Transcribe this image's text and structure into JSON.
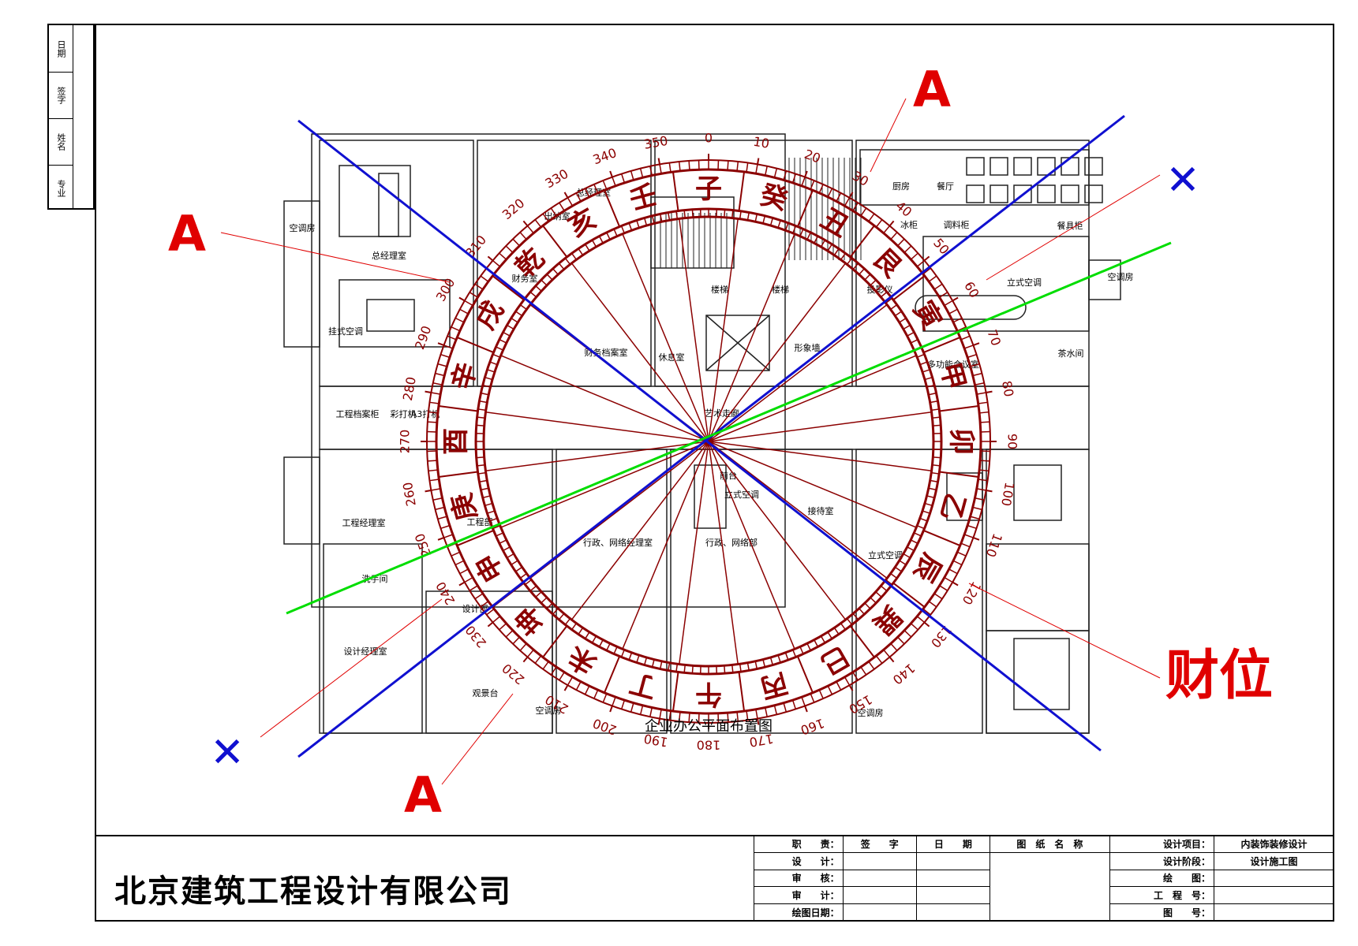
{
  "compass": {
    "degrees": [
      "0",
      "10",
      "20",
      "30",
      "40",
      "50",
      "60",
      "70",
      "80",
      "90",
      "100",
      "110",
      "120",
      "130",
      "140",
      "150",
      "160",
      "170",
      "180",
      "190",
      "200",
      "210",
      "220",
      "230",
      "240",
      "250",
      "260",
      "270",
      "280",
      "290",
      "300",
      "310",
      "320",
      "330",
      "340",
      "350"
    ],
    "mountains": [
      "子",
      "癸",
      "丑",
      "艮",
      "寅",
      "甲",
      "卯",
      "乙",
      "辰",
      "巽",
      "巳",
      "丙",
      "午",
      "丁",
      "未",
      "坤",
      "申",
      "庚",
      "酉",
      "辛",
      "戌",
      "乾",
      "亥",
      "壬"
    ]
  },
  "markers": {
    "a_label": "A",
    "x_label": "✕",
    "wealth": "财位"
  },
  "rooms": [
    {
      "name": "空调房"
    },
    {
      "name": "总经理室"
    },
    {
      "name": "挂式空调"
    },
    {
      "name": "工程档案柜"
    },
    {
      "name": "彩打机"
    },
    {
      "name": "A3打机"
    },
    {
      "name": "工程经理室"
    },
    {
      "name": "洗手间"
    },
    {
      "name": "设计经理室"
    },
    {
      "name": "观景台"
    },
    {
      "name": "空调房"
    },
    {
      "name": "财务室"
    },
    {
      "name": "出纳室"
    },
    {
      "name": "总经理室"
    },
    {
      "name": "财务档案室"
    },
    {
      "name": "工程部"
    },
    {
      "name": "设计部"
    },
    {
      "name": "行政、网络经理室"
    },
    {
      "name": "行政、网络部"
    },
    {
      "name": "立式空调"
    },
    {
      "name": "楼梯"
    },
    {
      "name": "楼梯"
    },
    {
      "name": "休息室"
    },
    {
      "name": "形象墙"
    },
    {
      "name": "艺术走廊"
    },
    {
      "name": "前台"
    },
    {
      "name": "接待室"
    },
    {
      "name": "厨房"
    },
    {
      "name": "餐厅"
    },
    {
      "name": "冰柜"
    },
    {
      "name": "调料柜"
    },
    {
      "name": "餐具柜"
    },
    {
      "name": "空调房"
    },
    {
      "name": "投影仪"
    },
    {
      "name": "立式空调"
    },
    {
      "name": "多功能会议室"
    },
    {
      "name": "茶水间"
    },
    {
      "name": "空调房"
    },
    {
      "name": "立式空调"
    }
  ],
  "plan_title": "企业办公平面布置图",
  "side_column": [
    "专业",
    "姓名",
    "签字",
    "日期"
  ],
  "title_block": {
    "company": "北京建筑工程设计有限公司",
    "rows": [
      [
        "职　　责：",
        "签　　字",
        "日　　期",
        "图　纸　名　称",
        "设计项目：",
        "内装饰装修设计"
      ],
      [
        "设　　计：",
        "",
        "",
        "",
        "设计阶段：",
        "设计施工图"
      ],
      [
        "审　　核：",
        "",
        "",
        "",
        "绘　　图：",
        ""
      ],
      [
        "审　　计：",
        "",
        "",
        "",
        "工　程　号：",
        ""
      ],
      [
        "绘图日期：",
        "",
        "",
        "",
        "图　　号：",
        ""
      ]
    ]
  },
  "colors": {
    "compass": "#8b0000",
    "blue": "#1010d0",
    "green": "#00dd00",
    "red": "#e00000",
    "plan": "#222222"
  }
}
